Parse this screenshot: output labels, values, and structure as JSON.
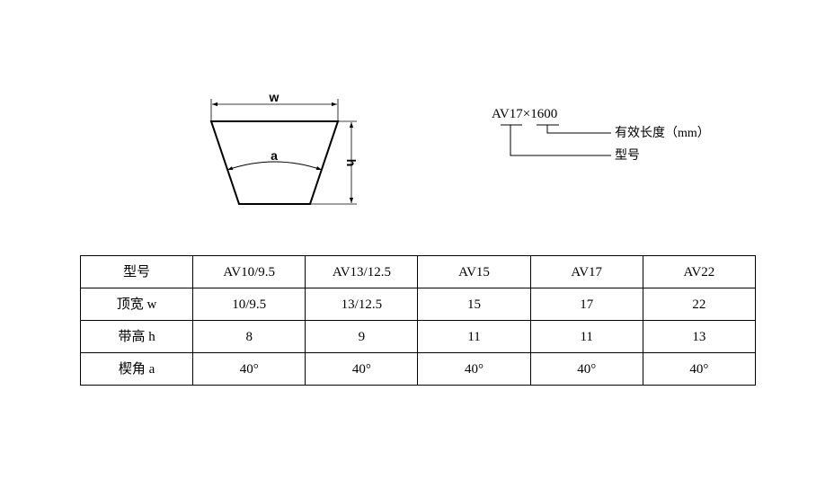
{
  "diagram": {
    "label_w": "w",
    "label_a": "a",
    "label_h": "h"
  },
  "designation": {
    "code": "AV17×1600",
    "length_label": "有效长度（mm）",
    "type_label": "型号"
  },
  "table": {
    "header": [
      "型号",
      "AV10/9.5",
      "AV13/12.5",
      "AV15",
      "AV17",
      "AV22"
    ],
    "rows": [
      [
        "顶宽 w",
        "10/9.5",
        "13/12.5",
        "15",
        "17",
        "22"
      ],
      [
        "带高 h",
        "8",
        "9",
        "11",
        "11",
        "13"
      ],
      [
        "楔角 a",
        "40°",
        "40°",
        "40°",
        "40°",
        "40°"
      ]
    ]
  }
}
